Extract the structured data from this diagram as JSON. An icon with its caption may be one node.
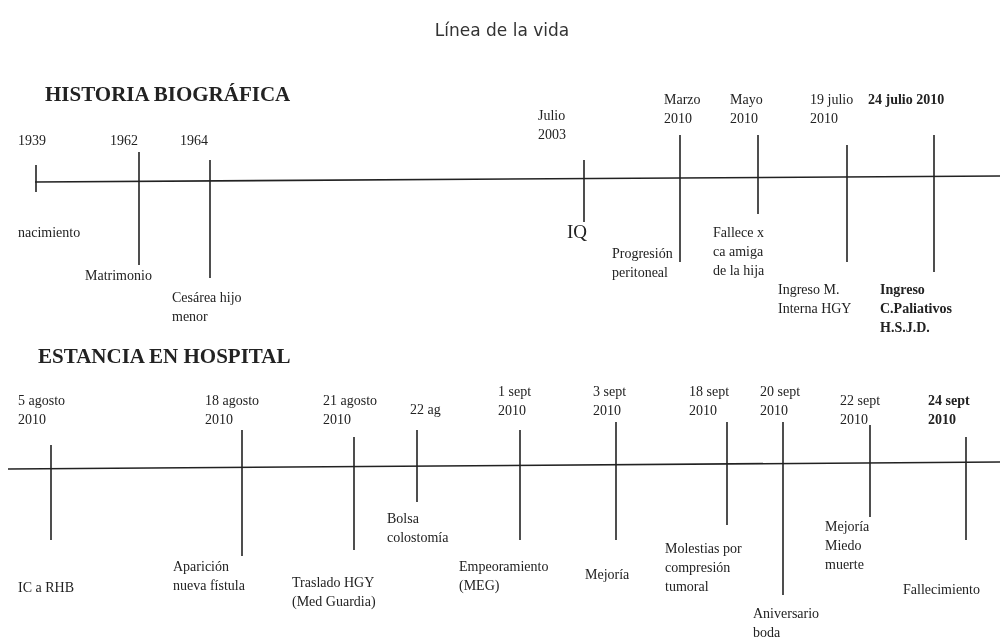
{
  "diagram": {
    "title": "Línea de la vida",
    "labels": [
      "HISTORIA BIOGRÁFICA",
      "1939",
      "1962",
      "1964",
      "Julio 2003",
      "Marzo 2010",
      "Mayo 2010",
      "19 julio 2010",
      "24 julio 2010",
      "nacimiento",
      "Matrimonio",
      "Cesárea hijo menor",
      "IQ",
      "Progresión peritoneal",
      "Fallece x ca amiga de la hija",
      "Ingreso M. Interna HGY",
      "Ingreso C.Paliativos H.S.J.D.",
      "ESTANCIA EN HOSPITAL",
      "5 agosto 2010",
      "18 agosto 2010",
      "21 agosto 2010",
      "22 ag",
      "1 sept 2010",
      "3 sept 2010",
      "18 sept 2010",
      "20 sept 2010",
      "22 sept 2010",
      "24 sept 2010",
      "IC a RHB",
      "Aparición nueva fístula",
      "Traslado HGY (Med Guardia)",
      "Bolsa colostomía",
      "Empeoramiento (MEG)",
      "Mejoría",
      "Molestias por compresión tumoral",
      "Aniversario boda",
      "Mejoría Miedo muerte",
      "Fallecimiento"
    ]
  }
}
